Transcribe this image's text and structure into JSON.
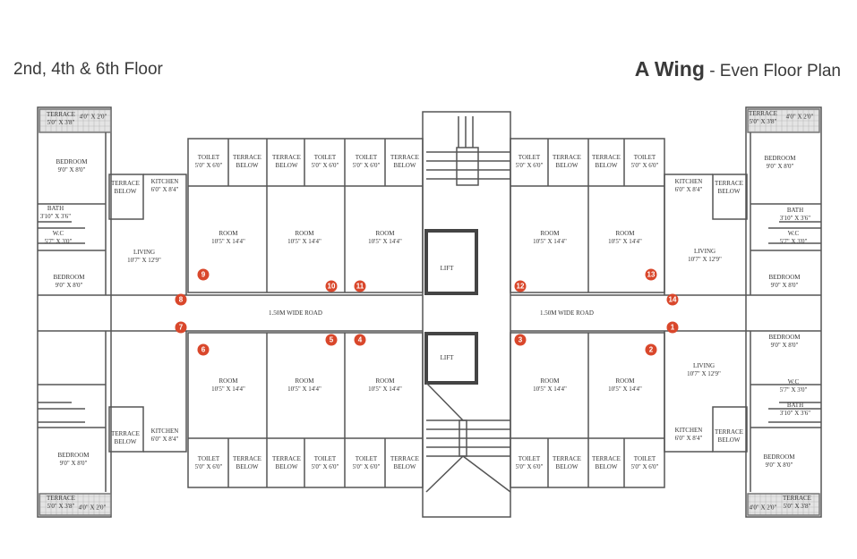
{
  "header": {
    "floor_title": "2nd, 4th & 6th Floor",
    "wing": "A Wing",
    "plan_title": "- Even Floor Plan"
  },
  "road_label": "1.50M WIDE ROAD",
  "lift_label": "LIFT",
  "accent_color": "#d9472b",
  "labels": [
    {
      "name": "TERRACE",
      "size": "5'0\" X 3'8\""
    },
    {
      "name": "",
      "size": "4'0\" X 2'0\""
    },
    {
      "name": "BEDROOM",
      "size": "9'0\" X 8'0\""
    },
    {
      "name": "TERRACE",
      "size": "BELOW"
    },
    {
      "name": "KITCHEN",
      "size": "6'0\" X 8'4\""
    },
    {
      "name": "BATH",
      "size": "3'10\" X 3'6\""
    },
    {
      "name": "W.C",
      "size": "5'7\" X 3'0\""
    },
    {
      "name": "LIVING",
      "size": "10'7\" X 12'9\""
    },
    {
      "name": "BEDROOM",
      "size": "9'0\" X 8'0\""
    },
    {
      "name": "TOILET",
      "size": "5'0\" X 6'0\""
    },
    {
      "name": "TERRACE",
      "size": "BELOW"
    },
    {
      "name": "TERRACE",
      "size": "BELOW"
    },
    {
      "name": "TOILET",
      "size": "5'0\" X 6'0\""
    },
    {
      "name": "TOILET",
      "size": "5'0\" X 6'0\""
    },
    {
      "name": "TERRACE",
      "size": "BELOW"
    },
    {
      "name": "ROOM",
      "size": "10'5\" X 14'4\""
    },
    {
      "name": "ROOM",
      "size": "10'5\" X 14'4\""
    },
    {
      "name": "ROOM",
      "size": "10'5\" X 14'4\""
    },
    {
      "name": "TOILET",
      "size": "5'0\" X 6'0\""
    },
    {
      "name": "TERRACE",
      "size": "BELOW"
    },
    {
      "name": "TERRACE",
      "size": "BELOW"
    },
    {
      "name": "TOILET",
      "size": "5'0\" X 6'0\""
    },
    {
      "name": "ROOM",
      "size": "10'5\" X 14'4\""
    },
    {
      "name": "ROOM",
      "size": "10'5\" X 14'4\""
    },
    {
      "name": "KITCHEN",
      "size": "6'0\" X 8'4\""
    },
    {
      "name": "TERRACE",
      "size": "BELOW"
    },
    {
      "name": "BEDROOM",
      "size": "9'0\" X 8'0\""
    },
    {
      "name": "BATH",
      "size": "3'10\" X 3'6\""
    },
    {
      "name": "W.C",
      "size": "5'7\" X 3'0\""
    },
    {
      "name": "LIVING",
      "size": "10'7\" X 12'9\""
    },
    {
      "name": "BEDROOM",
      "size": "9'0\" X 8'0\""
    },
    {
      "name": "BEDROOM",
      "size": "9'0\" X 8'0\""
    },
    {
      "name": "LIVING",
      "size": "10'7\" X 12'9\""
    },
    {
      "name": "W.C",
      "size": "5'7\" X 3'0\""
    },
    {
      "name": "BATH",
      "size": "3'10\" X 3'6\""
    },
    {
      "name": "TERRACE",
      "size": "BELOW"
    },
    {
      "name": "KITCHEN",
      "size": "6'0\" X 8'4\""
    },
    {
      "name": "BEDROOM",
      "size": "9'0\" X 8'0\""
    },
    {
      "name": "TERRACE",
      "size": "5'0\" X 3'8\""
    },
    {
      "name": "",
      "size": "4'0\" X 2'0\""
    },
    {
      "name": "ROOM",
      "size": "10'5\" X 14'4\""
    },
    {
      "name": "ROOM",
      "size": "10'5\" X 14'4\""
    },
    {
      "name": "ROOM",
      "size": "10'5\" X 14'4\""
    },
    {
      "name": "TOILET",
      "size": "5'0\" X 6'0\""
    },
    {
      "name": "TERRACE",
      "size": "BELOW"
    },
    {
      "name": "TERRACE",
      "size": "BELOW"
    },
    {
      "name": "TOILET",
      "size": "5'0\" X 6'0\""
    },
    {
      "name": "TOILET",
      "size": "5'0\" X 6'0\""
    },
    {
      "name": "TERRACE",
      "size": "BELOW"
    },
    {
      "name": "ROOM",
      "size": "10'5\" X 14'4\""
    },
    {
      "name": "ROOM",
      "size": "10'5\" X 14'4\""
    },
    {
      "name": "TOILET",
      "size": "5'0\" X 6'0\""
    },
    {
      "name": "TERRACE",
      "size": "BELOW"
    },
    {
      "name": "TERRACE",
      "size": "BELOW"
    },
    {
      "name": "TOILET",
      "size": "5'0\" X 6'0\""
    },
    {
      "name": "BEDROOM",
      "size": "9'0\" X 8'0\""
    },
    {
      "name": "KITCHEN",
      "size": "6'0\" X 8'4\""
    },
    {
      "name": "TERRACE",
      "size": "BELOW"
    },
    {
      "name": "TERRACE",
      "size": "5'0\" X 3'8\""
    },
    {
      "name": "",
      "size": "4'0\" X 2'0\""
    },
    {
      "name": "TERRACE",
      "size": "5'0\" X 3'8\""
    },
    {
      "name": "",
      "size": "4'0\" X 2'0\""
    }
  ],
  "unit_numbers": [
    "1",
    "2",
    "3",
    "4",
    "5",
    "6",
    "7",
    "8",
    "9",
    "10",
    "11",
    "12",
    "13",
    "14"
  ]
}
